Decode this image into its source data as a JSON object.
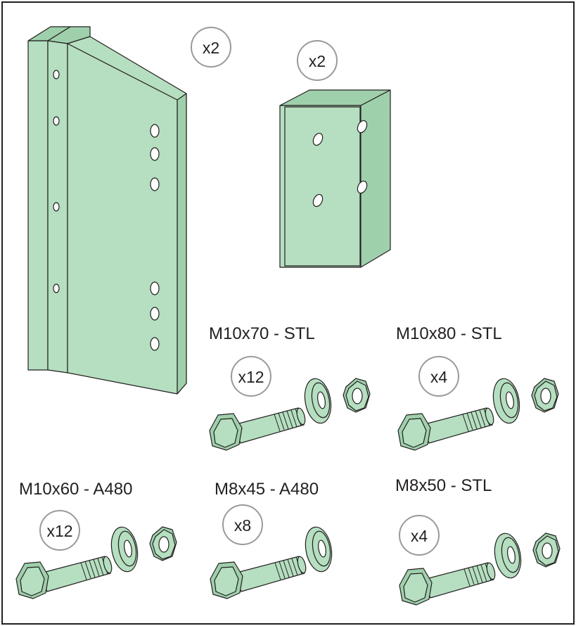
{
  "colors": {
    "part_fill": "#b5dfc0",
    "outline": "#231f20",
    "badge_ring": "#9a9a9a",
    "frame": "#231f20"
  },
  "parts": {
    "bracket": {
      "quantity": "x2"
    },
    "plate": {
      "quantity": "x2"
    }
  },
  "hardware": [
    {
      "spec": "M10x70 - STL",
      "quantity": "x12"
    },
    {
      "spec": "M10x80 - STL",
      "quantity": "x4"
    },
    {
      "spec": "M10x60 - A480",
      "quantity": "x12"
    },
    {
      "spec": "M8x45 - A480",
      "quantity": "x8"
    },
    {
      "spec": "M8x50 - STL",
      "quantity": "x4"
    }
  ]
}
